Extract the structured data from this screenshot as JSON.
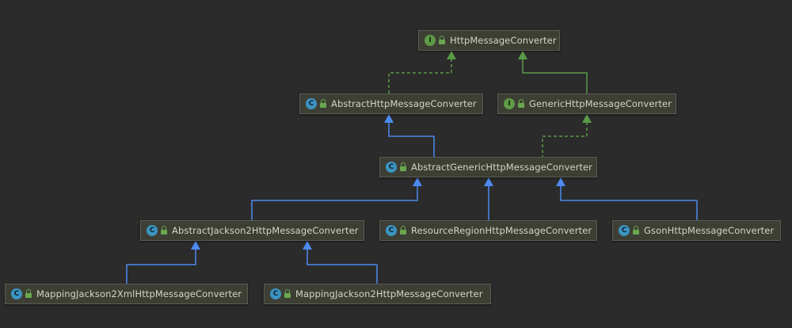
{
  "colors": {
    "background": "#2b2b2b",
    "extends_edge": "#4c8af0",
    "implements_edge": "#5a9a48",
    "class_badge": "#3c94c2",
    "interface_badge": "#5e9b46"
  },
  "nodes": [
    {
      "id": "http-message-converter",
      "kind": "interface",
      "badge": "I",
      "icon": "public-lock-icon",
      "label": "HttpMessageConverter"
    },
    {
      "id": "abstract-http-message-converter",
      "kind": "class",
      "badge": "C",
      "icon": "public-lock-icon",
      "label": "AbstractHttpMessageConverter"
    },
    {
      "id": "generic-http-message-converter",
      "kind": "interface",
      "badge": "I",
      "icon": "public-lock-icon",
      "label": "GenericHttpMessageConverter"
    },
    {
      "id": "abstract-generic-http-message-converter",
      "kind": "class",
      "badge": "C",
      "icon": "public-lock-icon",
      "label": "AbstractGenericHttpMessageConverter"
    },
    {
      "id": "abstract-jackson2-http-message-converter",
      "kind": "class",
      "badge": "C",
      "icon": "public-lock-icon",
      "label": "AbstractJackson2HttpMessageConverter"
    },
    {
      "id": "resource-region-http-message-converter",
      "kind": "class",
      "badge": "C",
      "icon": "public-lock-icon",
      "label": "ResourceRegionHttpMessageConverter"
    },
    {
      "id": "gson-http-message-converter",
      "kind": "class",
      "badge": "C",
      "icon": "public-lock-icon",
      "label": "GsonHttpMessageConverter"
    },
    {
      "id": "mapping-jackson2-xml-http-message-converter",
      "kind": "class",
      "badge": "C",
      "icon": "public-lock-icon",
      "label": "MappingJackson2XmlHttpMessageConverter"
    },
    {
      "id": "mapping-jackson2-http-message-converter",
      "kind": "class",
      "badge": "C",
      "icon": "public-lock-icon",
      "label": "MappingJackson2HttpMessageConverter"
    }
  ],
  "edges": [
    {
      "from": "abstract-http-message-converter",
      "to": "http-message-converter",
      "type": "implements"
    },
    {
      "from": "generic-http-message-converter",
      "to": "http-message-converter",
      "type": "extends-interface"
    },
    {
      "from": "abstract-generic-http-message-converter",
      "to": "abstract-http-message-converter",
      "type": "extends"
    },
    {
      "from": "abstract-generic-http-message-converter",
      "to": "generic-http-message-converter",
      "type": "implements"
    },
    {
      "from": "abstract-jackson2-http-message-converter",
      "to": "abstract-generic-http-message-converter",
      "type": "extends"
    },
    {
      "from": "resource-region-http-message-converter",
      "to": "abstract-generic-http-message-converter",
      "type": "extends"
    },
    {
      "from": "gson-http-message-converter",
      "to": "abstract-generic-http-message-converter",
      "type": "extends"
    },
    {
      "from": "mapping-jackson2-xml-http-message-converter",
      "to": "abstract-jackson2-http-message-converter",
      "type": "extends"
    },
    {
      "from": "mapping-jackson2-http-message-converter",
      "to": "abstract-jackson2-http-message-converter",
      "type": "extends"
    }
  ]
}
